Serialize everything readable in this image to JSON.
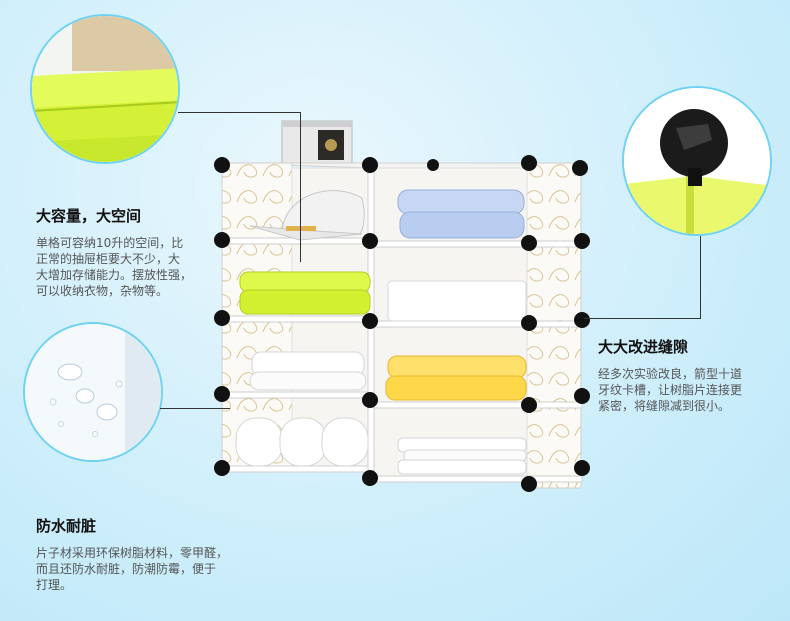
{
  "features": {
    "capacity": {
      "title": "大容量，大空间",
      "lines": [
        "单格可容纳10升的空间，比",
        "正常的抽屉柜要大不少，大",
        "大增加存储能力。摆放性强，",
        "可以收纳衣物，杂物等。"
      ]
    },
    "gap": {
      "title": "大大改进缝隙",
      "lines": [
        "经多次实验改良，箭型十道",
        "牙纹卡槽，让树脂片连接更",
        "紧密，将缝隙减到很小。"
      ]
    },
    "water": {
      "title": "防水耐脏",
      "lines": [
        "片子材采用环保树脂材料，零甲醛，",
        "而且还防水耐脏，防潮防霉，便于",
        "打理。"
      ]
    }
  },
  "colors": {
    "background": "#cdeefb",
    "accent_ring": "#6fd2f2",
    "lime_fabric": "#d9f53a",
    "yellow_fabric": "#ffd84a",
    "blue_fabric": "#b9cdf0",
    "connector": "#111111"
  },
  "icons": [
    "fabric-closeup",
    "water-drops-closeup",
    "connector-joint-closeup",
    "metal-tin-box",
    "cap",
    "folded-clothes",
    "towel-roll"
  ]
}
